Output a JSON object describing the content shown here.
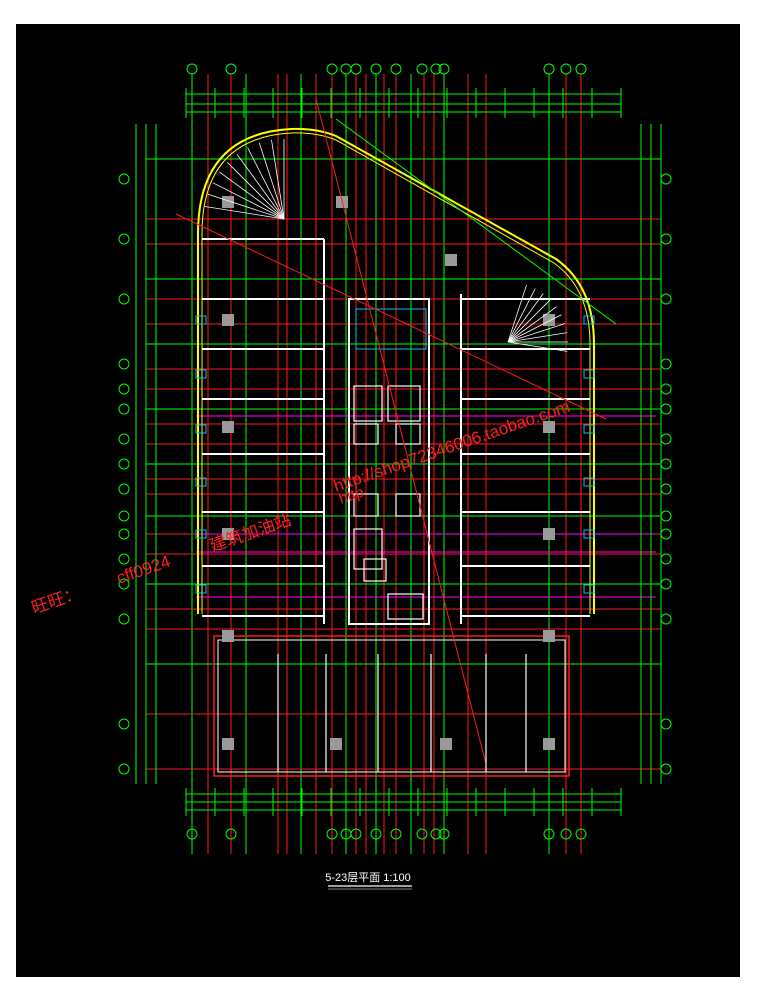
{
  "drawing": {
    "title": "5-23层平面 1:100",
    "colors": {
      "background": "#000000",
      "axis_lines": "#ff1a1a",
      "dimension_lines": "#00ff00",
      "walls": "#ffffff",
      "outline": "#ffff00",
      "fixtures": "#00c0ff",
      "accent": "#ff00ff",
      "columns": "#9a9a9a"
    }
  },
  "watermark": {
    "shop_url": "http://shop72346006.taobao.com",
    "label": "旺旺：",
    "account": "cff0924",
    "site": "建筑加油站",
    "url_prefix": "http",
    "color": "#ff2020"
  }
}
